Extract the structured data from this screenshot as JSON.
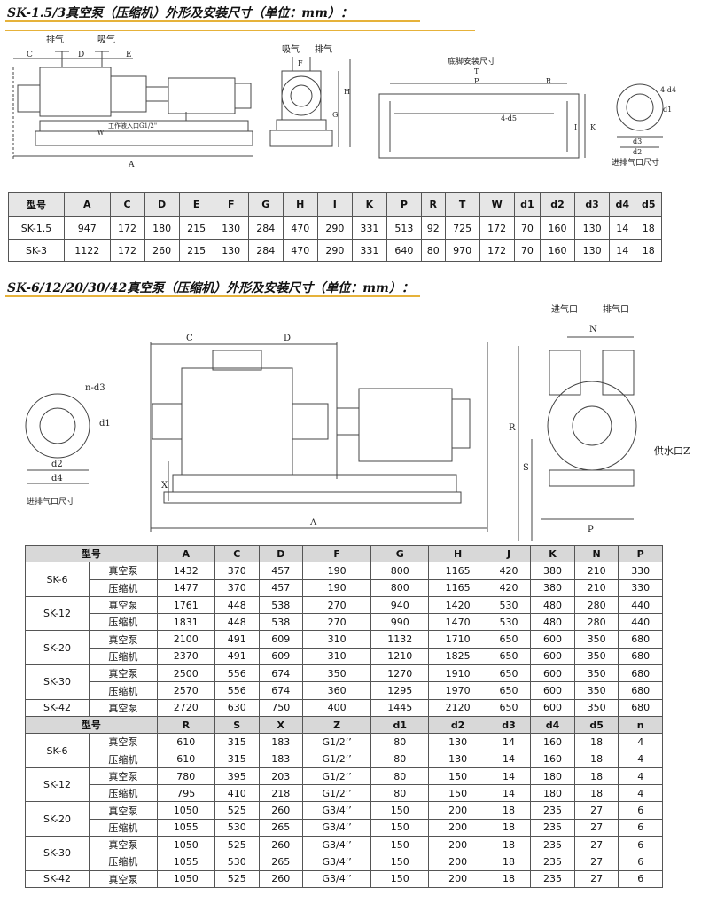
{
  "section1": {
    "title": "SK-1.5/3真空泵（压缩机）外形及安装尺寸（单位：mm）：",
    "labels": {
      "exhaust": "排气",
      "suction": "吸气",
      "C": "C",
      "D": "D",
      "E": "E",
      "A": "A",
      "W": "W",
      "G": "G",
      "H": "H",
      "F": "F",
      "liquid_inlet": "工作液入口G1/2\"",
      "foot_title": "底脚安装尺寸",
      "T": "T",
      "P": "P",
      "R": "R",
      "K": "K",
      "I": "I",
      "d5": "4-d5",
      "d4": "4-d4",
      "d1": "d1",
      "d2": "d2",
      "d3": "d3",
      "port_caption": "进排气口尺寸"
    },
    "table": {
      "headers": [
        "型号",
        "A",
        "C",
        "D",
        "E",
        "F",
        "G",
        "H",
        "I",
        "K",
        "P",
        "R",
        "T",
        "W",
        "d1",
        "d2",
        "d3",
        "d4",
        "d5"
      ],
      "rows": [
        [
          "SK-1.5",
          "947",
          "172",
          "180",
          "215",
          "130",
          "284",
          "470",
          "290",
          "331",
          "513",
          "92",
          "725",
          "172",
          "70",
          "160",
          "130",
          "14",
          "18"
        ],
        [
          "SK-3",
          "1122",
          "172",
          "260",
          "215",
          "130",
          "284",
          "470",
          "290",
          "331",
          "640",
          "80",
          "970",
          "172",
          "70",
          "160",
          "130",
          "14",
          "18"
        ]
      ]
    }
  },
  "section2": {
    "title": "SK-6/12/20/30/42真空泵（压缩机）外形及安装尺寸（单位：mm）：",
    "labels": {
      "nd3": "n-d3",
      "d1": "d1",
      "d2": "d2",
      "d4": "d4",
      "port_caption": "进排气口尺寸",
      "C": "C",
      "D": "D",
      "X": "X",
      "A": "A",
      "inlet": "进气口",
      "outlet": "排气口",
      "N": "N",
      "R": "R",
      "S": "S",
      "P": "P",
      "water": "供水口Z"
    },
    "table1": {
      "headers": [
        "型号",
        "A",
        "C",
        "D",
        "F",
        "G",
        "H",
        "J",
        "K",
        "N",
        "P"
      ],
      "groups": [
        {
          "model": "SK-6",
          "rows": [
            {
              "type": "真空泵",
              "values": [
                "1432",
                "370",
                "457",
                "190",
                "800",
                "1165",
                "420",
                "380",
                "210",
                "330"
              ]
            },
            {
              "type": "压缩机",
              "values": [
                "1477",
                "370",
                "457",
                "190",
                "800",
                "1165",
                "420",
                "380",
                "210",
                "330"
              ]
            }
          ]
        },
        {
          "model": "SK-12",
          "rows": [
            {
              "type": "真空泵",
              "values": [
                "1761",
                "448",
                "538",
                "270",
                "940",
                "1420",
                "530",
                "480",
                "280",
                "440"
              ]
            },
            {
              "type": "压缩机",
              "values": [
                "1831",
                "448",
                "538",
                "270",
                "990",
                "1470",
                "530",
                "480",
                "280",
                "440"
              ]
            }
          ]
        },
        {
          "model": "SK-20",
          "rows": [
            {
              "type": "真空泵",
              "values": [
                "2100",
                "491",
                "609",
                "310",
                "1132",
                "1710",
                "650",
                "600",
                "350",
                "680"
              ]
            },
            {
              "type": "压缩机",
              "values": [
                "2370",
                "491",
                "609",
                "310",
                "1210",
                "1825",
                "650",
                "600",
                "350",
                "680"
              ]
            }
          ]
        },
        {
          "model": "SK-30",
          "rows": [
            {
              "type": "真空泵",
              "values": [
                "2500",
                "556",
                "674",
                "350",
                "1270",
                "1910",
                "650",
                "600",
                "350",
                "680"
              ]
            },
            {
              "type": "压缩机",
              "values": [
                "2570",
                "556",
                "674",
                "360",
                "1295",
                "1970",
                "650",
                "600",
                "350",
                "680"
              ]
            }
          ]
        },
        {
          "model": "SK-42",
          "rows": [
            {
              "type": "真空泵",
              "values": [
                "2720",
                "630",
                "750",
                "400",
                "1445",
                "2120",
                "650",
                "600",
                "350",
                "680"
              ]
            }
          ]
        }
      ]
    },
    "table2": {
      "headers": [
        "型号",
        "R",
        "S",
        "X",
        "Z",
        "d1",
        "d2",
        "d3",
        "d4",
        "d5",
        "n"
      ],
      "groups": [
        {
          "model": "SK-6",
          "rows": [
            {
              "type": "真空泵",
              "values": [
                "610",
                "315",
                "183",
                "G1/2’’",
                "80",
                "130",
                "14",
                "160",
                "18",
                "4"
              ]
            },
            {
              "type": "压缩机",
              "values": [
                "610",
                "315",
                "183",
                "G1/2’’",
                "80",
                "130",
                "14",
                "160",
                "18",
                "4"
              ]
            }
          ]
        },
        {
          "model": "SK-12",
          "rows": [
            {
              "type": "真空泵",
              "values": [
                "780",
                "395",
                "203",
                "G1/2’’",
                "80",
                "150",
                "14",
                "180",
                "18",
                "4"
              ]
            },
            {
              "type": "压缩机",
              "values": [
                "795",
                "410",
                "218",
                "G1/2’’",
                "80",
                "150",
                "14",
                "180",
                "18",
                "4"
              ]
            }
          ]
        },
        {
          "model": "SK-20",
          "rows": [
            {
              "type": "真空泵",
              "values": [
                "1050",
                "525",
                "260",
                "G3/4’’",
                "150",
                "200",
                "18",
                "235",
                "27",
                "6"
              ]
            },
            {
              "type": "压缩机",
              "values": [
                "1055",
                "530",
                "265",
                "G3/4’’",
                "150",
                "200",
                "18",
                "235",
                "27",
                "6"
              ]
            }
          ]
        },
        {
          "model": "SK-30",
          "rows": [
            {
              "type": "真空泵",
              "values": [
                "1050",
                "525",
                "260",
                "G3/4’’",
                "150",
                "200",
                "18",
                "235",
                "27",
                "6"
              ]
            },
            {
              "type": "压缩机",
              "values": [
                "1055",
                "530",
                "265",
                "G3/4’’",
                "150",
                "200",
                "18",
                "235",
                "27",
                "6"
              ]
            }
          ]
        },
        {
          "model": "SK-42",
          "rows": [
            {
              "type": "真空泵",
              "values": [
                "1050",
                "525",
                "260",
                "G3/4’’",
                "150",
                "200",
                "18",
                "235",
                "27",
                "6"
              ]
            }
          ]
        }
      ]
    }
  }
}
